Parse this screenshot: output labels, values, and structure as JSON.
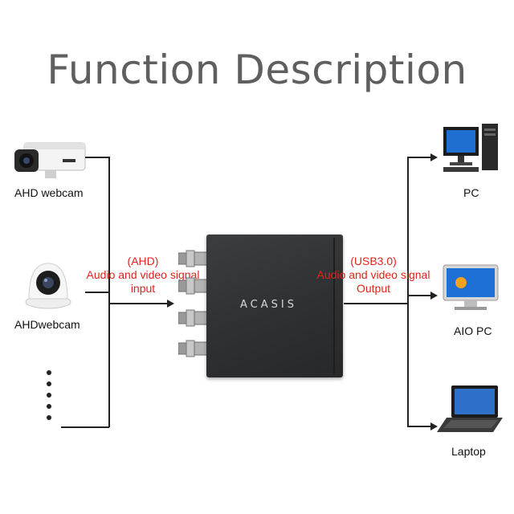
{
  "title": "Function Description",
  "inputs": {
    "device1": "AHD webcam",
    "device2": "AHDwebcam",
    "signal_line1": "(AHD)",
    "signal_line2": "Audio and video signal",
    "signal_line3": "input"
  },
  "outputs": {
    "signal_line1": "(USB3.0)",
    "signal_line2": "Audio and video signal",
    "signal_line3": "Output",
    "device1": "PC",
    "device2": "AIO PC",
    "device3": "Laptop"
  },
  "product": {
    "brand": "ACASIS"
  },
  "colors": {
    "title": "#5f5f5f",
    "signal_text": "#e0241b",
    "lines": "#222222"
  }
}
